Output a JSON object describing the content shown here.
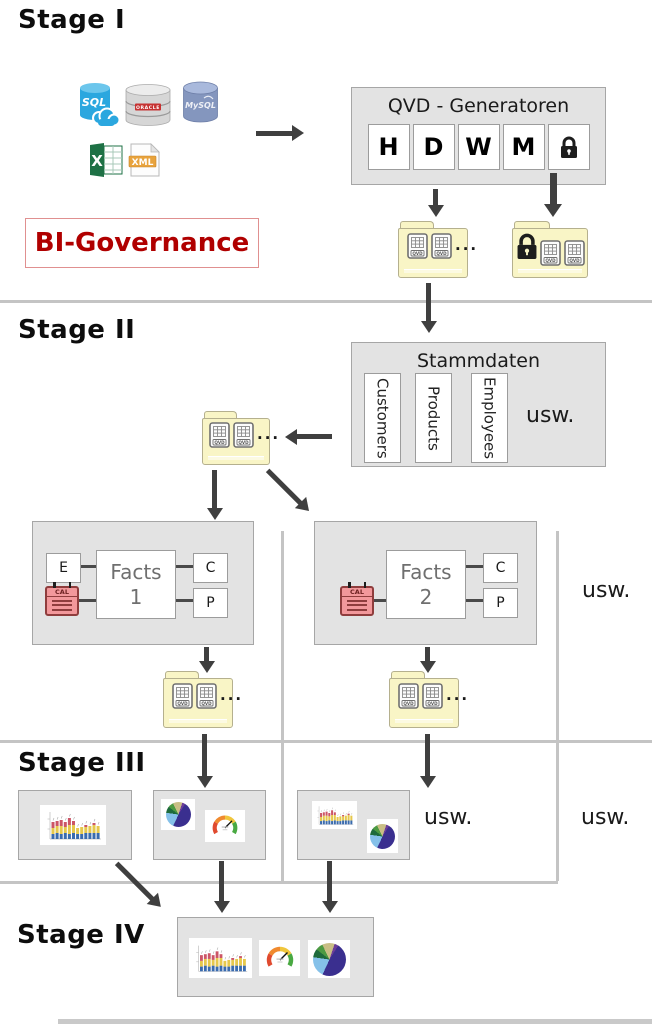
{
  "shared": {
    "qvd_label": "QVD",
    "dots": "...",
    "cal_label": "CAL"
  },
  "stage1": {
    "title": "Stage I",
    "governance": "BI-Governance",
    "sources": {
      "sql_server": "SQL",
      "oracle": "ORACLE",
      "mysql": "MySQL",
      "excel": "X",
      "xml": "XML"
    },
    "generator": {
      "title": "QVD - Generatoren",
      "slots": [
        "H",
        "D",
        "W",
        "M"
      ]
    }
  },
  "stage2": {
    "title": "Stage II",
    "stammdaten": {
      "title": "Stammdaten",
      "tables": [
        "Customers",
        "Products",
        "Employees"
      ],
      "etc": "usw."
    }
  },
  "facts": {
    "fact1": {
      "line1": "Facts",
      "line2": "1",
      "port_e": "E",
      "port_c": "C",
      "port_p": "P"
    },
    "fact2": {
      "line1": "Facts",
      "line2": "2",
      "port_c": "C",
      "port_p": "P"
    },
    "etc": "usw."
  },
  "stage3": {
    "title": "Stage III",
    "etc_mid": "usw.",
    "etc_right": "usw."
  },
  "stage4": {
    "title": "Stage IV"
  },
  "icons": {
    "sources": [
      "sql-server-database-icon",
      "oracle-database-icon",
      "mysql-database-icon",
      "excel-file-icon",
      "xml-file-icon"
    ],
    "lock": "lock-icon",
    "folder": "qvd-folder-icon",
    "qvd_file": "qvd-file-icon",
    "calendar": "calendar-icon",
    "thumbnails": [
      "stacked-bar-chart-thumbnail",
      "pie-chart-thumbnail",
      "gauge-chart-thumbnail"
    ]
  },
  "colors": {
    "box_gray": "#E3E3E3",
    "box_border": "#A6A6A6",
    "folder_yellow": "#F9F5C6",
    "arrow_dark": "#3F3F3F",
    "governance_red": "#B00000",
    "calendar_pink": "#F2989B",
    "divider_gray": "#C4C4C4"
  }
}
